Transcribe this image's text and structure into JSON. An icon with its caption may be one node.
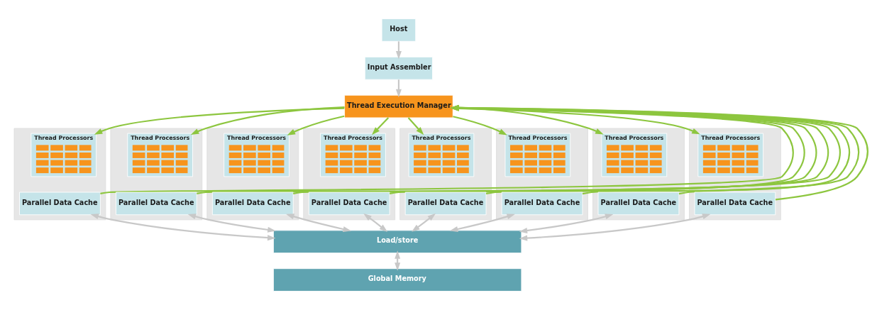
{
  "diagram": {
    "nodes": [
      {
        "text": [
          "Host"
        ]
      },
      {
        "text": [
          "Input Assembler"
        ]
      },
      {
        "text": [
          "Thread Execution Manager"
        ]
      },
      {
        "text": [],
        "shape": "box"
      },
      {
        "text": [
          "Thread Processors"
        ],
        "in": 3
      },
      {
        "text": [
          "Parallel Data Cache"
        ],
        "in": 3
      },
      {
        "text": [],
        "shape": "box"
      },
      {
        "text": [
          "Thread Processors"
        ],
        "in": 6
      },
      {
        "text": [
          "Parallel Data Cache"
        ],
        "in": 6
      },
      {
        "text": [],
        "shape": "box"
      },
      {
        "text": [
          "Thread Processors"
        ],
        "in": 9
      },
      {
        "text": [
          "Parallel Data Cache"
        ],
        "in": 9
      },
      {
        "text": [],
        "shape": "box"
      },
      {
        "text": [
          "Thread Processors"
        ],
        "in": 12
      },
      {
        "text": [
          "Parallel Data Cache"
        ],
        "in": 12
      },
      {
        "text": [],
        "shape": "box"
      },
      {
        "text": [
          "Thread Processors"
        ],
        "in": 15
      },
      {
        "text": [
          "Parallel Data Cache"
        ],
        "in": 15
      },
      {
        "text": [],
        "shape": "box"
      },
      {
        "text": [
          "Thread Processors"
        ],
        "in": 18
      },
      {
        "text": [
          "Parallel Data Cache"
        ],
        "in": 18
      },
      {
        "text": [],
        "shape": "box"
      },
      {
        "text": [
          "Thread Processors"
        ],
        "in": 21
      },
      {
        "text": [
          "Parallel Data Cache"
        ],
        "in": 21
      },
      {
        "text": [],
        "shape": "box"
      },
      {
        "text": [
          "Thread Processors"
        ],
        "in": 24
      },
      {
        "text": [
          "Parallel Data Cache"
        ],
        "in": 24
      },
      {
        "text": [
          "Load/store"
        ]
      },
      {
        "text": [
          "Global Memory"
        ]
      }
    ],
    "edges": [
      {
        "from": 0,
        "to": 1,
        "arrow": "to",
        "color": "#c8c8c8"
      },
      {
        "from": 1,
        "to": 2,
        "arrow": "to",
        "color": "#c8c8c8"
      },
      {
        "from": 2,
        "to": 4,
        "arrow": "to"
      },
      {
        "from": 2,
        "to": 7,
        "arrow": "to"
      },
      {
        "from": 2,
        "to": 10,
        "arrow": "to"
      },
      {
        "from": 2,
        "to": 13,
        "arrow": "to"
      },
      {
        "from": 2,
        "to": 16,
        "arrow": "to"
      },
      {
        "from": 2,
        "to": 19,
        "arrow": "to"
      },
      {
        "from": 2,
        "to": 22,
        "arrow": "to"
      },
      {
        "from": 2,
        "to": 25,
        "arrow": "to"
      },
      {
        "from": 5,
        "to": 2,
        "arrow": "to"
      },
      {
        "from": 8,
        "to": 2,
        "arrow": "to"
      },
      {
        "from": 11,
        "to": 2,
        "arrow": "to"
      },
      {
        "from": 14,
        "to": 2,
        "arrow": "to"
      },
      {
        "from": 17,
        "to": 2,
        "arrow": "to"
      },
      {
        "from": 20,
        "to": 2,
        "arrow": "to"
      },
      {
        "from": 23,
        "to": 2,
        "arrow": "to"
      },
      {
        "from": 26,
        "to": 2,
        "arrow": "to"
      },
      {
        "from": 27,
        "to": 5,
        "arrow": "both",
        "color": "#c8c8c8"
      },
      {
        "from": 27,
        "to": 8,
        "arrow": "both",
        "color": "#c8c8c8"
      },
      {
        "from": 27,
        "to": 11,
        "arrow": "both",
        "color": "#c8c8c8"
      },
      {
        "from": 27,
        "to": 14,
        "arrow": "both",
        "color": "#c8c8c8"
      },
      {
        "from": 27,
        "to": 17,
        "arrow": "both",
        "color": "#c8c8c8"
      },
      {
        "from": 27,
        "to": 20,
        "arrow": "both",
        "color": "#c8c8c8"
      },
      {
        "from": 27,
        "to": 23,
        "arrow": "both",
        "color": "#c8c8c8"
      },
      {
        "from": 27,
        "to": 26,
        "arrow": "both",
        "color": "#c8c8c8"
      },
      {
        "from": 27,
        "to": 28,
        "arrow": "both",
        "color": "#c8c8c8"
      }
    ]
  }
}
